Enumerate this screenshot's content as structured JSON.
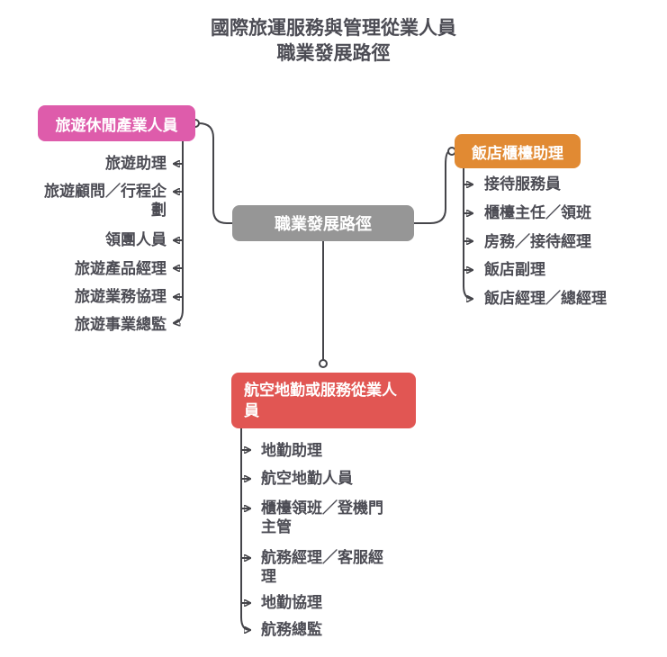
{
  "title": {
    "line1": "國際旅運服務與管理從業人員",
    "line2": "職業發展路徑"
  },
  "root": {
    "label": "職業發展路徑",
    "color": "#969696"
  },
  "branches": {
    "travel": {
      "label": "旅遊休閒產業人員",
      "color": "#de5cab",
      "items": [
        "旅遊助理",
        "旅遊顧問／行程企劃",
        "領團人員",
        "旅遊產品經理",
        "旅遊業務協理",
        "旅遊事業總監"
      ]
    },
    "hotel": {
      "label": "飯店櫃檯助理",
      "color": "#e18a33",
      "items": [
        "接待服務員",
        "櫃檯主任／領班",
        "房務／接待經理",
        "飯店副理",
        "飯店經理／總經理"
      ]
    },
    "airline": {
      "label": "航空地勤或服務從業人員",
      "color": "#e15653",
      "items": [
        "地勤助理",
        "航空地勤人員",
        "櫃檯領班／登機門主管",
        "航務經理／客服經理",
        "地勤協理",
        "航務總監"
      ]
    }
  },
  "style": {
    "text_color": "#4c4c54",
    "line_color": "#45454a",
    "background": "#ffffff"
  }
}
